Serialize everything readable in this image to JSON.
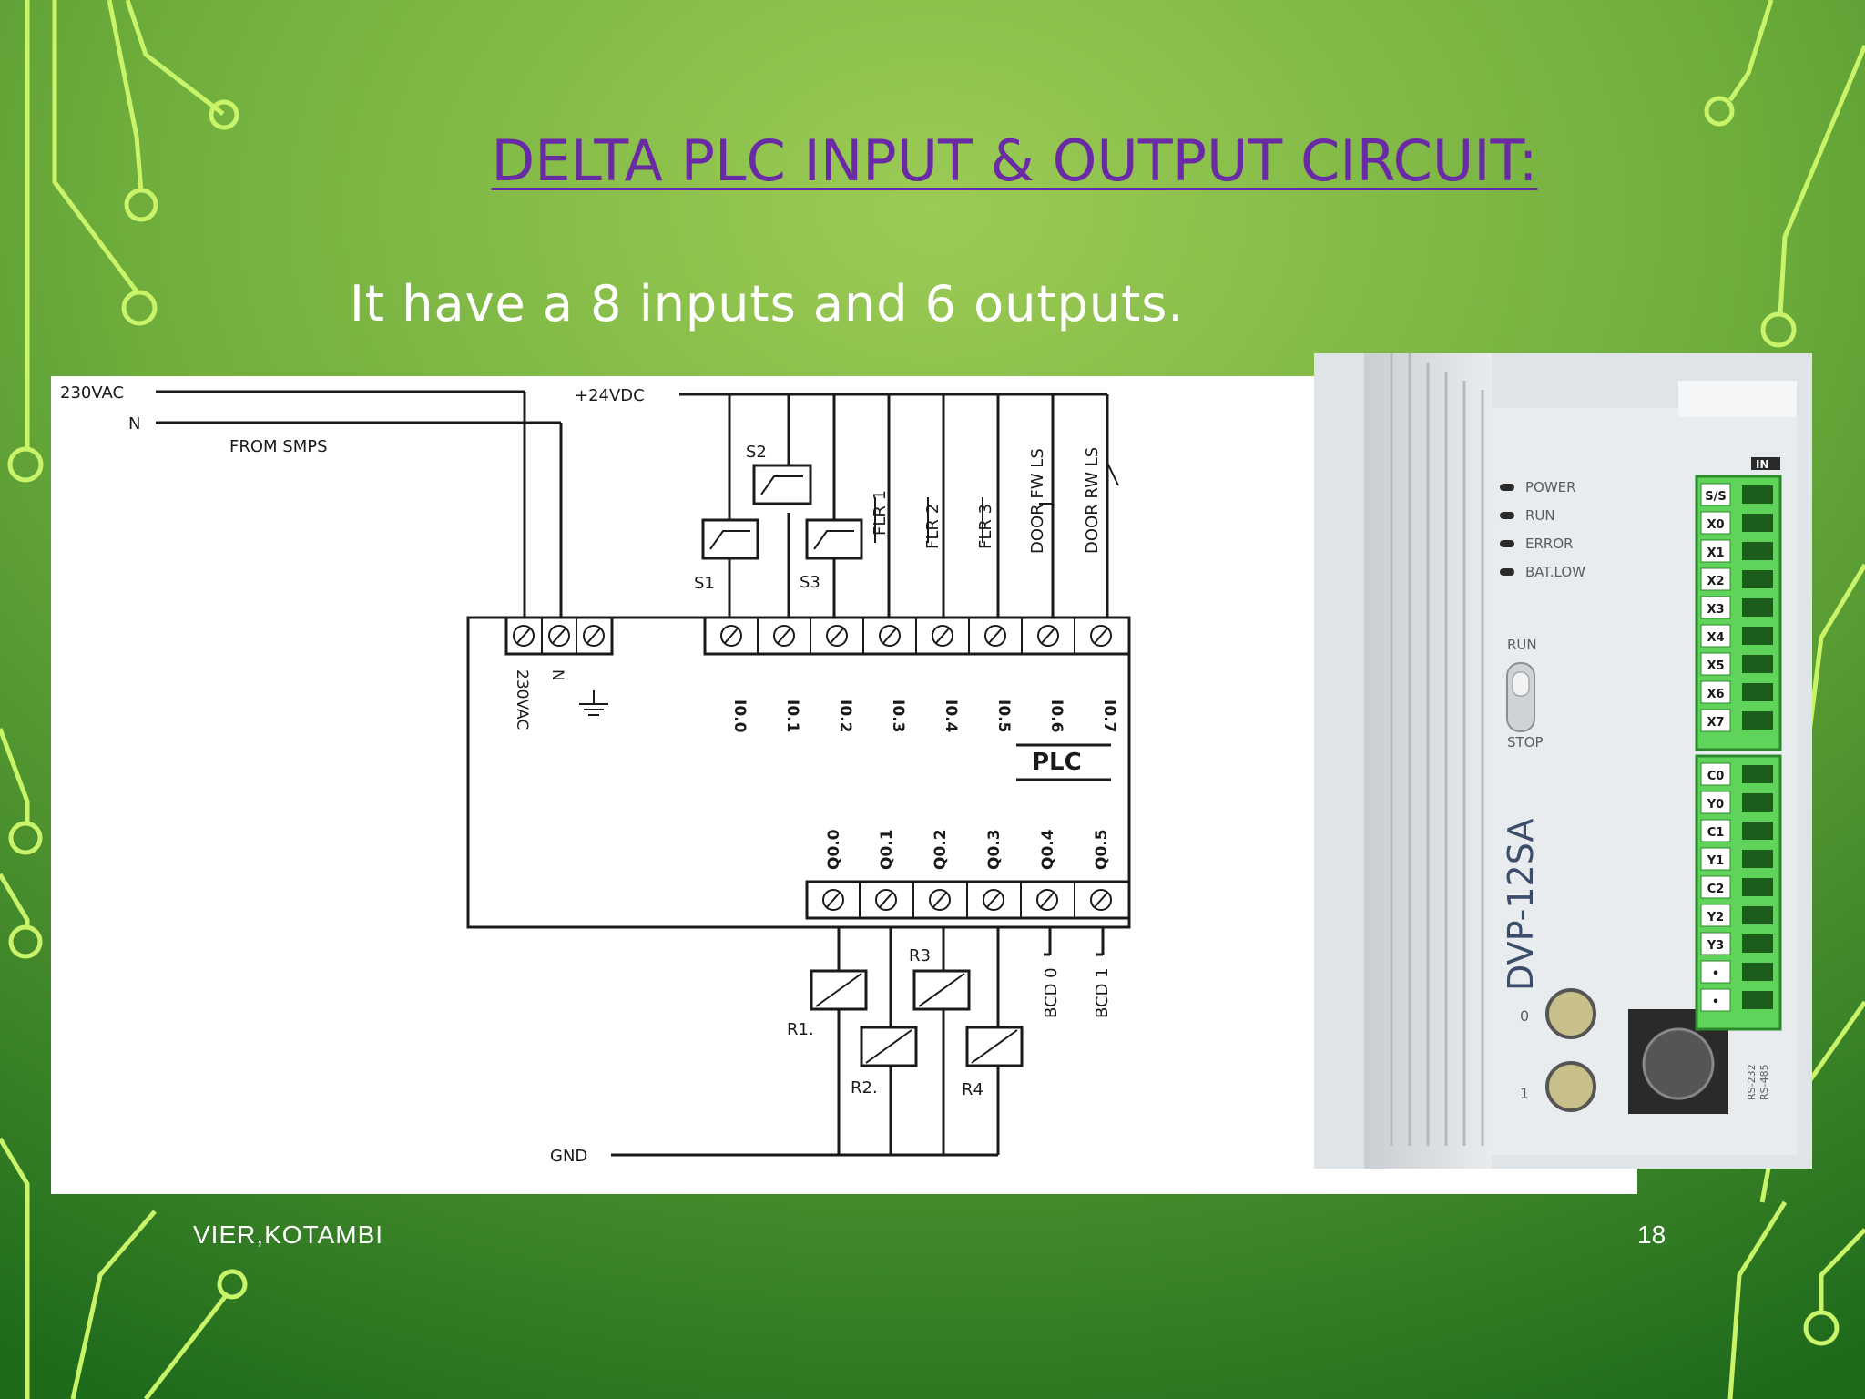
{
  "slide": {
    "title": "DELTA PLC INPUT & OUTPUT CIRCUIT:",
    "subtitle": "It have a 8 inputs and  6 outputs.",
    "footer_left": "VIER,KOTAMBI",
    "page_number": "18",
    "colors": {
      "background_light": "#9ccb55",
      "background_dark": "#1f6b1c",
      "title": "#6a2aa6",
      "trace": "#c9f46a"
    }
  },
  "diagram": {
    "supply_ac": "230VAC",
    "supply_n": "N",
    "from_smps": "FROM SMPS",
    "supply_dc": "+24VDC",
    "gnd": "GND",
    "plc_label": "PLC",
    "power_terminals": [
      "230VAC",
      "N",
      "ground-symbol"
    ],
    "inputs": [
      "I0.0",
      "I0.1",
      "I0.2",
      "I0.3",
      "I0.4",
      "I0.5",
      "I0.6",
      "I0.7"
    ],
    "outputs": [
      "Q0.0",
      "Q0.1",
      "Q0.2",
      "Q0.3",
      "Q0.4",
      "Q0.5"
    ],
    "sensors": [
      "S1",
      "S2",
      "S3"
    ],
    "switches": [
      "FLR 1",
      "FLR 2",
      "FLR 3",
      "DOOR FW LS",
      "DOOR RW LS"
    ],
    "relays": [
      "R1.",
      "R2.",
      "R3",
      "R4"
    ],
    "bcd": [
      "BCD 0",
      "BCD 1"
    ]
  },
  "device": {
    "model": "DVP-12SA",
    "leds": [
      "POWER",
      "RUN",
      "ERROR",
      "BAT.LOW"
    ],
    "switch_top": "RUN",
    "switch_bottom": "STOP",
    "in_badge": "IN",
    "input_terminals": [
      "S/S",
      "X0",
      "X1",
      "X2",
      "X3",
      "X4",
      "X5",
      "X6",
      "X7"
    ],
    "output_terminals": [
      "C0",
      "Y0",
      "C1",
      "Y1",
      "C2",
      "Y2",
      "Y3",
      "•",
      "•"
    ],
    "pot_labels": [
      "0",
      "1"
    ],
    "port_labels": [
      "RS-232",
      "RS-485"
    ]
  }
}
